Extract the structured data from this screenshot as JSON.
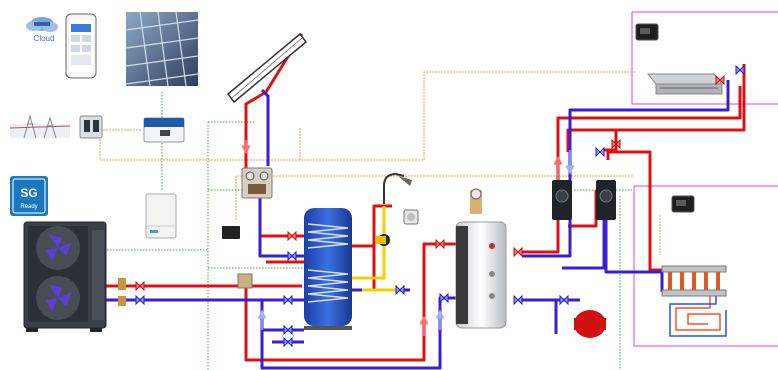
{
  "labels": {
    "cloud": "Cloud",
    "sg_line1": "SG",
    "sg_line2": "Ready"
  },
  "colors": {
    "hot_pipe": "#e01010",
    "cold_pipe": "#3a1fd0",
    "dhw_pipe": "#f0d000",
    "control_wire": "#f0a040",
    "zone_border": "#e040e0",
    "sensor_wire": "#38a838",
    "sg_badge": "#1a78c0"
  },
  "icons": {
    "cloud_logo": "cloud-icon",
    "smartphone": "smartphone-app-icon",
    "solar_pv": "solar-panel-icon",
    "grid": "power-grid-icon",
    "breaker": "circuit-breaker-icon",
    "inverter": "inverter-icon",
    "battery": "battery-storage-icon",
    "heat_pump": "heat-pump-icon",
    "sg_ready": "sg-ready-icon",
    "solar_thermal": "solar-thermal-collector-icon",
    "tank_main": "buffer-tank-icon",
    "tank_secondary": "dhw-cylinder-icon",
    "expansion_vessel": "expansion-vessel-icon",
    "fan_coil": "fan-coil-icon",
    "floor_heating": "floor-heating-loop-icon",
    "manifold": "manifold-icon",
    "thermostat": "thermostat-icon",
    "pump_group": "pump-group-icon",
    "shower": "shower-head-icon"
  }
}
